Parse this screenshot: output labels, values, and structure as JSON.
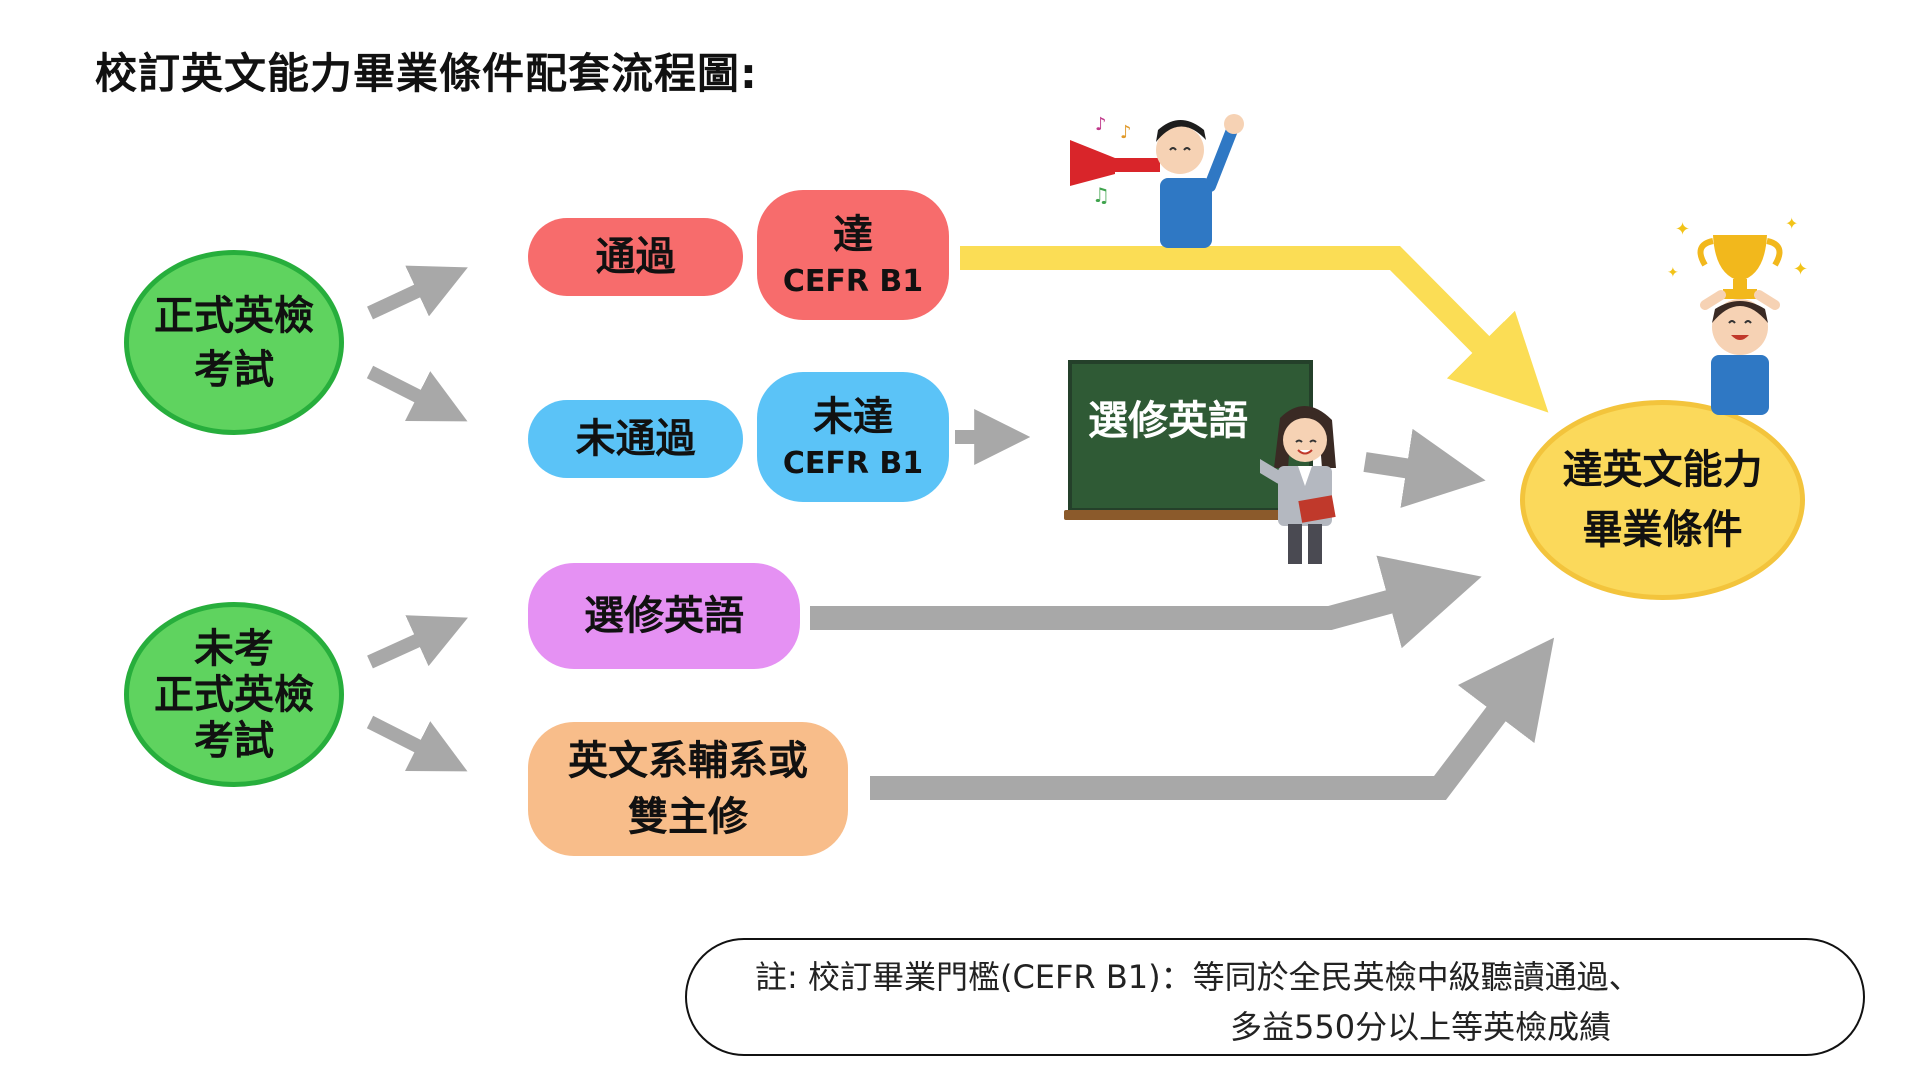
{
  "title": "校訂英文能力畢業條件配套流程圖:",
  "nodes": {
    "exam_taken": "正式英檢考試",
    "exam_not_taken_line1": "未考",
    "exam_not_taken_line2": "正式英檢",
    "exam_not_taken_line3": "考試",
    "passed": "通過",
    "failed": "未通過",
    "reach_b1_line1": "達",
    "reach_b1_line2": "CEFR B1",
    "not_reach_b1_line1": "未達",
    "not_reach_b1_line2": "CEFR B1",
    "elective_board": "選修英語",
    "elective": "選修英語",
    "major_line1": "英文系輔系或",
    "major_line2": "雙主修",
    "goal_line1": "達英文能力",
    "goal_line2": "畢業條件"
  },
  "note": {
    "line1": "註: 校訂畢業門檻(CEFR B1)：等同於全民英檢中級聽讀通過、",
    "line2": "多益550分以上等英檢成績"
  },
  "colors": {
    "green": "#5fd35f",
    "green_border": "#27ae3c",
    "red": "#f76c6c",
    "blue": "#5bc3f7",
    "purple": "#e591f3",
    "orange": "#f8bd8a",
    "yellow_goal": "#fbd95b",
    "yellow_arrow": "#fbdd55",
    "gray_arrow": "#a8a8a8",
    "board": "#2f5a35"
  }
}
